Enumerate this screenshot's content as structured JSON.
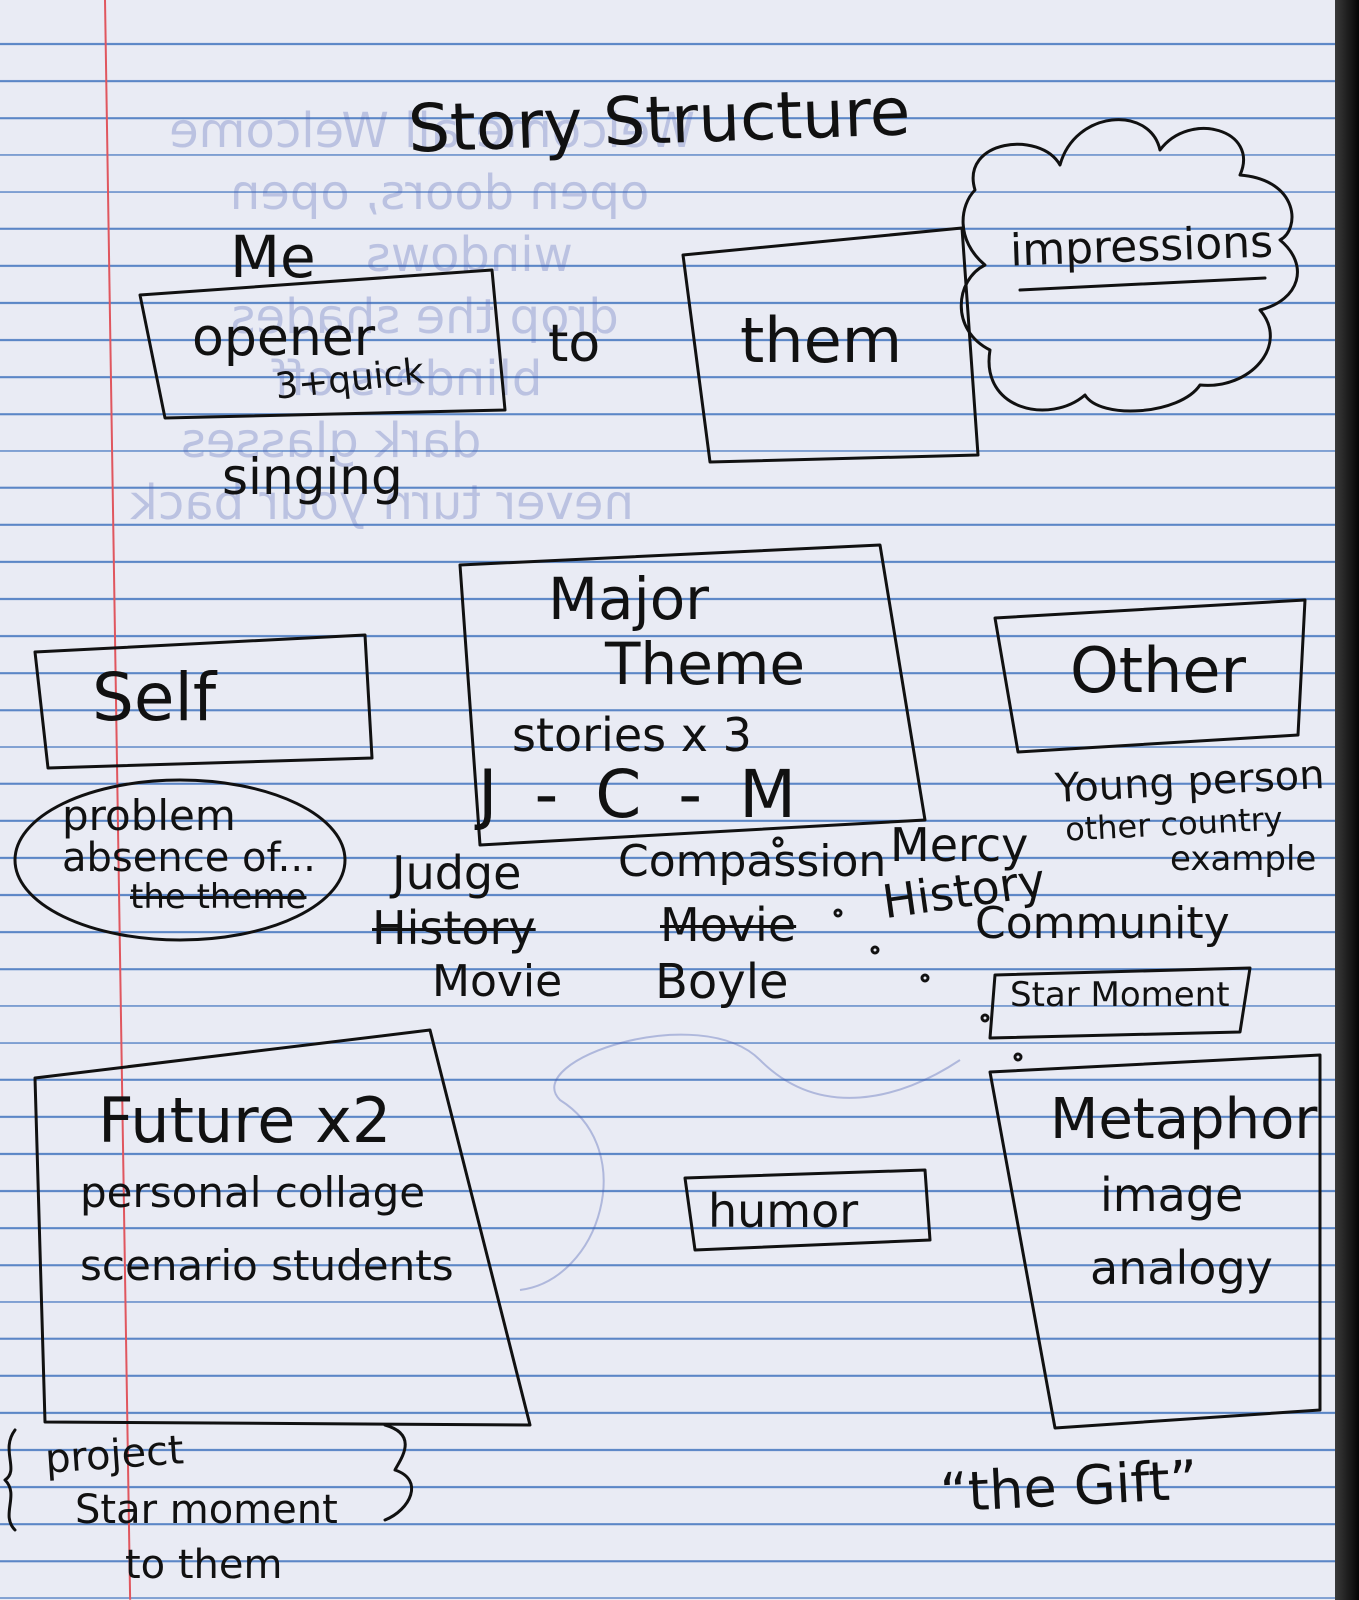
{
  "title": "Story Structure",
  "me": {
    "label": "Me",
    "box_line1": "opener",
    "box_line2": "3+quick",
    "below": "singing"
  },
  "to": "to",
  "them": "them",
  "impressions": "impressions",
  "major_theme": {
    "line1": "Major",
    "line2": "Theme",
    "line3": "stories x 3",
    "line4": "J - C - M"
  },
  "self": {
    "label": "Self",
    "oval_line1": "problem",
    "oval_line2": "absence of...",
    "oval_line3": "the theme"
  },
  "other": {
    "label": "Other",
    "note1": "Young person",
    "note2": "other country",
    "note3": "example"
  },
  "columns": {
    "judge": {
      "head": "Judge",
      "item1": "History",
      "item2": "Movie"
    },
    "compassion": {
      "head": "Compassion",
      "item1": "Movie",
      "item2": "Boyle"
    },
    "mercy": {
      "head": "Mercy",
      "item1": "History",
      "item2": "Community",
      "item3": "Star Moment"
    }
  },
  "future": {
    "line1": "Future x2",
    "line2": "personal collage",
    "line3": "scenario students"
  },
  "humor": "humor",
  "metaphor": {
    "line1": "Metaphor",
    "line2": "image",
    "line3": "analogy"
  },
  "project": {
    "line1": "project",
    "line2": "Star moment",
    "line3": "to them"
  },
  "gift": "“the Gift”",
  "ink_color": "#111111",
  "rule_color": "#5b86c6",
  "margin_color": "#e0565e"
}
